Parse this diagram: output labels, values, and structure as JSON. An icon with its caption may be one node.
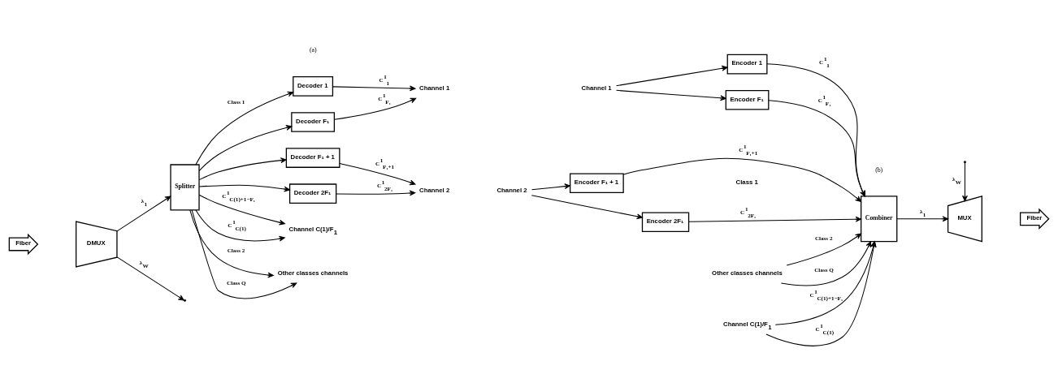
{
  "diagram": {
    "nodes": [
      {
        "text": [
          "Fiber"
        ]
      },
      {
        "text": [
          "DMUX"
        ]
      },
      {
        "text": [
          "Splitter"
        ]
      },
      {
        "text": [
          "Decoder 1"
        ]
      },
      {
        "text": [
          "Decoder F₁"
        ]
      },
      {
        "text": [
          "Decoder F₁ + 1"
        ]
      },
      {
        "text": [
          "Decoder 2F₁"
        ]
      },
      {
        "text": [
          "Channel 1"
        ]
      },
      {
        "text": [
          "Channel 2"
        ]
      },
      {
        "text": [
          "Channel C(1)/F$_{1}$"
        ]
      },
      {
        "text": [
          "Other classes channels"
        ]
      },
      {
        "text": [
          "Channel 1"
        ]
      },
      {
        "text": [
          "Channel 2"
        ]
      },
      {
        "text": [
          "Channel C(1)/F$_{1}$"
        ]
      },
      {
        "text": [
          "Encoder 1"
        ]
      },
      {
        "text": [
          "Encoder F₁"
        ]
      },
      {
        "text": [
          "Encoder F₁ + 1"
        ]
      },
      {
        "text": [
          "Encoder 2F₁"
        ]
      },
      {
        "text": [
          "Other classes channels"
        ]
      },
      {
        "text": [
          "Combiner"
        ]
      },
      {
        "text": [
          "MUX"
        ]
      },
      {
        "text": [
          "Fiber"
        ]
      }
    ],
    "edges": [
      {
        "from": 1,
        "to": 2,
        "arrow": "to",
        "label": "λ$_{1}$"
      },
      {
        "from": 1,
        "to": null,
        "arrow": "to",
        "label": "λ$_{W}$"
      },
      {
        "from": 2,
        "to": 3,
        "arrow": "to",
        "label": "Class 1"
      },
      {
        "from": 2,
        "to": 4,
        "arrow": "to"
      },
      {
        "from": 2,
        "to": 5,
        "arrow": "to"
      },
      {
        "from": 2,
        "to": 6,
        "arrow": "to"
      },
      {
        "from": 2,
        "to": 9,
        "arrow": "to",
        "label": "C$^{1}$$_{C(1)+1−F₁}$"
      },
      {
        "from": 2,
        "to": 9,
        "arrow": "to",
        "label": "C$^{1}$$_{C(1)}$"
      },
      {
        "from": 2,
        "to": 10,
        "arrow": "to",
        "label": "Class 2"
      },
      {
        "from": 2,
        "to": 10,
        "arrow": "to",
        "label": "Class Q"
      },
      {
        "from": 3,
        "to": 7,
        "arrow": "to",
        "label": "C$^{1}$$_{1}$"
      },
      {
        "from": 4,
        "to": 7,
        "arrow": "to",
        "label": "C$^{1}$$_{F₁}$"
      },
      {
        "from": 5,
        "to": 8,
        "arrow": "to",
        "label": "C$^{1}$$_{F₁+1}$"
      },
      {
        "from": 6,
        "to": 8,
        "arrow": "to",
        "label": "C$^{1}$$_{2F₁}$"
      },
      {
        "from": 11,
        "to": 14,
        "arrow": "to"
      },
      {
        "from": 11,
        "to": 15,
        "arrow": "to"
      },
      {
        "from": 12,
        "to": 16,
        "arrow": "to"
      },
      {
        "from": 12,
        "to": 17,
        "arrow": "to"
      },
      {
        "from": 14,
        "to": 19,
        "arrow": "to",
        "label": "C$^{1}$$_{1}$"
      },
      {
        "from": 15,
        "to": 19,
        "arrow": "to",
        "label": "C$^{1}$$_{F₁}$"
      },
      {
        "from": 16,
        "to": 19,
        "arrow": "to",
        "label": "C$^{1}$$_{F₁+1}$"
      },
      {
        "from": 17,
        "to": 19,
        "arrow": "to",
        "label": "C$^{1}$$_{2F₁}$"
      },
      {
        "from": 13,
        "to": 19,
        "arrow": "to",
        "label": "C$^{1}$$_{C(1)+1−F₁}$"
      },
      {
        "from": 13,
        "to": 19,
        "arrow": "to",
        "label": "C$^{1}$$_{C(1)}$"
      },
      {
        "from": 18,
        "to": 19,
        "arrow": "to",
        "label": "Class 2"
      },
      {
        "from": 18,
        "to": 19,
        "arrow": "to",
        "label": "Class Q"
      },
      {
        "from": 19,
        "to": 20,
        "arrow": "to",
        "label": "λ$_{1}$"
      },
      {
        "from": null,
        "to": 20,
        "arrow": "to",
        "label": "λ$_{W}$"
      }
    ],
    "labels": [
      "Class 1",
      "(a)",
      "(b)"
    ]
  }
}
